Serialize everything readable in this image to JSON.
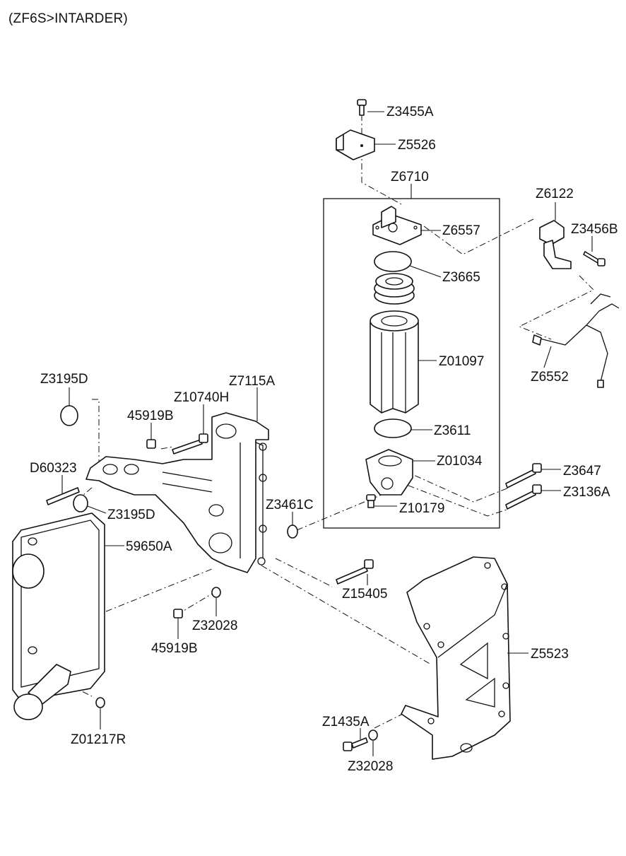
{
  "header": {
    "title": "(ZF6S>INTARDER)"
  },
  "labels": {
    "z3455a": "Z3455A",
    "z5526": "Z5526",
    "z6710": "Z6710",
    "z6122": "Z6122",
    "z6557": "Z6557",
    "z3456b": "Z3456B",
    "z3665": "Z3665",
    "z01097": "Z01097",
    "z6552": "Z6552",
    "z3611": "Z3611",
    "z01034": "Z01034",
    "z3647": "Z3647",
    "z3136a": "Z3136A",
    "z10179": "Z10179",
    "z3195d_top": "Z3195D",
    "z7115a": "Z7115A",
    "z10740h": "Z10740H",
    "p45919b_top": "45919B",
    "d60323": "D60323",
    "z3195d_bottom": "Z3195D",
    "z3461c": "Z3461C",
    "p59650a": "59650A",
    "z15405": "Z15405",
    "z32028_mid": "Z32028",
    "p45919b_bottom": "45919B",
    "z5523": "Z5523",
    "z1435a": "Z1435A",
    "z32028_bottom": "Z32028",
    "z01217r": "Z01217R"
  }
}
